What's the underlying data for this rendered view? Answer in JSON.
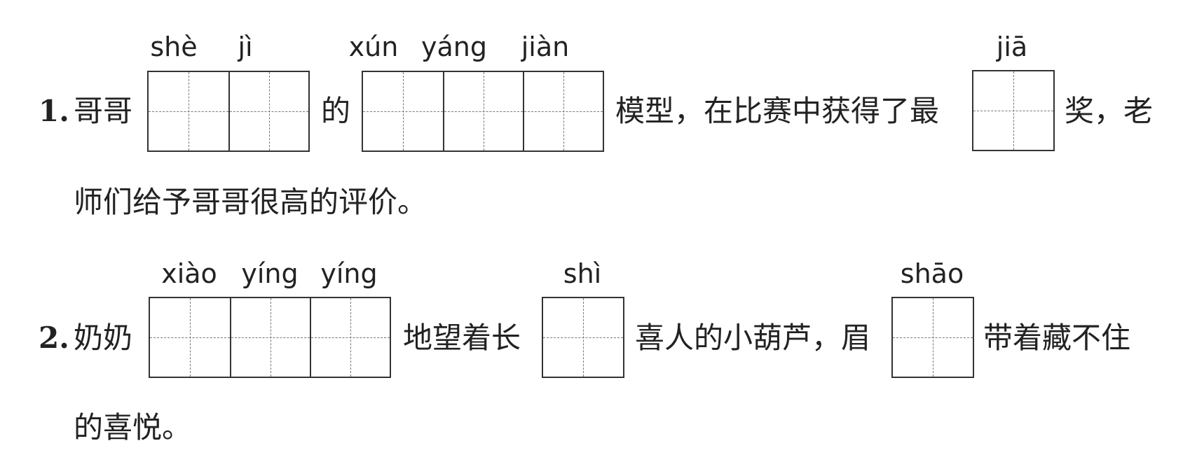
{
  "questions": [
    {
      "number": "1.",
      "segments": [
        "哥哥",
        "的",
        "模型，在比赛中获得了最",
        "奖，老"
      ],
      "continuation": "师们给予哥哥很高的评价。",
      "pinyin": [
        "shè",
        "jì",
        "xún",
        "yáng",
        "jiàn",
        "jiā"
      ]
    },
    {
      "number": "2.",
      "segments": [
        "奶奶",
        "地望着长",
        "喜人的小葫芦，眉",
        "带着藏不住"
      ],
      "continuation": "的喜悦。",
      "pinyin": [
        "xiào",
        "yíng",
        "yíng",
        "shì",
        "shāo"
      ]
    }
  ]
}
